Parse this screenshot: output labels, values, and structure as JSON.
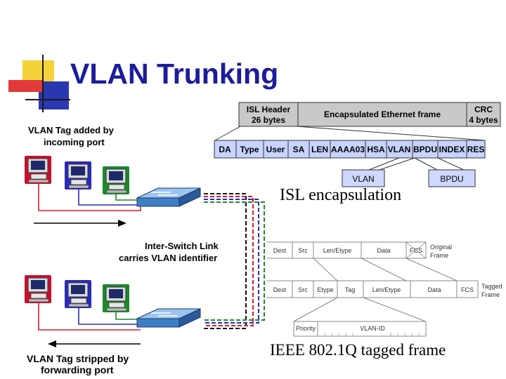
{
  "slide": {
    "title": "VLAN Trunking",
    "colors": {
      "title": "#1c1c9c",
      "logo_yellow": "#f4d23a",
      "logo_blue": "#2a38b0",
      "logo_red": "#e23a3a",
      "isl_fill": "#c9c9c9",
      "field_fill": "#c8d4ff",
      "callout_fill": "#cfd8ff"
    }
  },
  "left_diagram": {
    "tag_added_line1": "VLAN Tag added by",
    "tag_added_line2": "incoming port",
    "isl_line1": "Inter-Switch Link",
    "isl_line2": "carries VLAN identifier",
    "tag_stripped_line1": "VLAN Tag stripped by",
    "tag_stripped_line2": "forwarding port",
    "top_pcs": [
      "red",
      "blue",
      "green"
    ],
    "bottom_pcs": [
      "red",
      "blue",
      "green"
    ],
    "pc_colors": {
      "red": "#c8102e",
      "blue": "#2a2ab8",
      "green": "#1a8a2a"
    }
  },
  "isl_frame": {
    "header_line1": "ISL Header",
    "header_line2": "26 bytes",
    "encapsulated": "Encapsulated Ethernet frame",
    "crc_line1": "CRC",
    "crc_line2": "4 bytes",
    "fields": [
      "DA",
      "Type",
      "User",
      "SA",
      "LEN",
      "AAAA03",
      "HSA",
      "VLAN",
      "BPDU",
      "INDEX",
      "RES"
    ],
    "callouts": [
      "VLAN",
      "BPDU"
    ],
    "caption": "ISL encapsulation"
  },
  "dot1q_frame": {
    "original_fields": [
      "Dest",
      "Src",
      "Len/Etype",
      "Data",
      "FCS"
    ],
    "original_label_line1": "Original",
    "original_label_line2": "Frame",
    "tagged_fields": [
      "Dest",
      "Src",
      "Etype",
      "Tag",
      "Len/Etype",
      "Data",
      "FCS"
    ],
    "tagged_label_line1": "Tagged",
    "tagged_label_line2": "Frame",
    "tag_fields": [
      "Priority",
      "VLAN-ID"
    ],
    "caption": "IEEE 802.1Q tagged frame"
  }
}
